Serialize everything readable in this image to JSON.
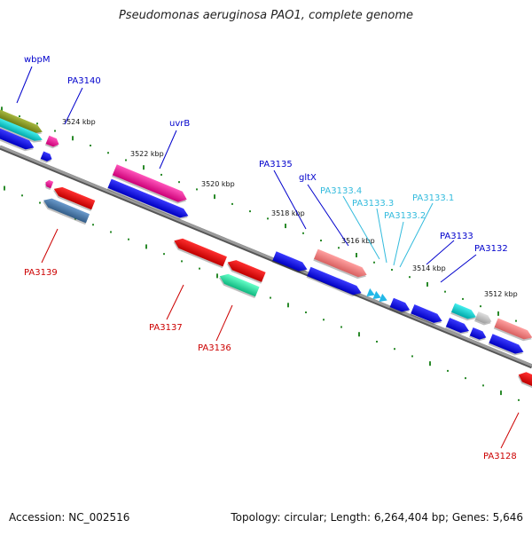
{
  "title": "Pseudomonas aeruginosa PAO1, complete genome",
  "footer": {
    "accession": "Accession: NC_002516",
    "summary": "Topology: circular; Length: 6,264,404 bp; Genes: 5,646"
  },
  "scale_labels": [
    "3524 kbp",
    "3522 kbp",
    "3520 kbp",
    "3518 kbp",
    "3516 kbp",
    "3514 kbp",
    "3512 kbp"
  ],
  "gene_labels": {
    "forward_strand": [
      {
        "name": "wbpM",
        "color": "#0000cc"
      },
      {
        "name": "PA3140",
        "color": "#0000cc"
      },
      {
        "name": "uvrB",
        "color": "#0000cc"
      },
      {
        "name": "PA3135",
        "color": "#0000cc"
      },
      {
        "name": "gltX",
        "color": "#0000cc"
      },
      {
        "name": "PA3133.4",
        "color": "#33bbdd"
      },
      {
        "name": "PA3133.3",
        "color": "#33bbdd"
      },
      {
        "name": "PA3133.2",
        "color": "#33bbdd"
      },
      {
        "name": "PA3133.1",
        "color": "#33bbdd"
      },
      {
        "name": "PA3133",
        "color": "#0000cc"
      },
      {
        "name": "PA3132",
        "color": "#0000cc"
      }
    ],
    "reverse_strand": [
      {
        "name": "PA3139",
        "color": "#cc0000"
      },
      {
        "name": "PA3137",
        "color": "#cc0000"
      },
      {
        "name": "PA3136",
        "color": "#cc0000"
      },
      {
        "name": "PA3128",
        "color": "#cc0000"
      }
    ]
  },
  "colors": {
    "backbone": "#808080",
    "tick": "#2a8a2a",
    "cds_blue": "#0000ee",
    "cds_red": "#ee0000",
    "cds_pink": "#ee2299",
    "cds_salmon": "#ee8080",
    "cds_teal": "#00cccc",
    "cds_aqua": "#22eea0",
    "cds_steel": "#4477aa",
    "cds_olive": "#889922",
    "cds_grey": "#c0c0c0"
  }
}
